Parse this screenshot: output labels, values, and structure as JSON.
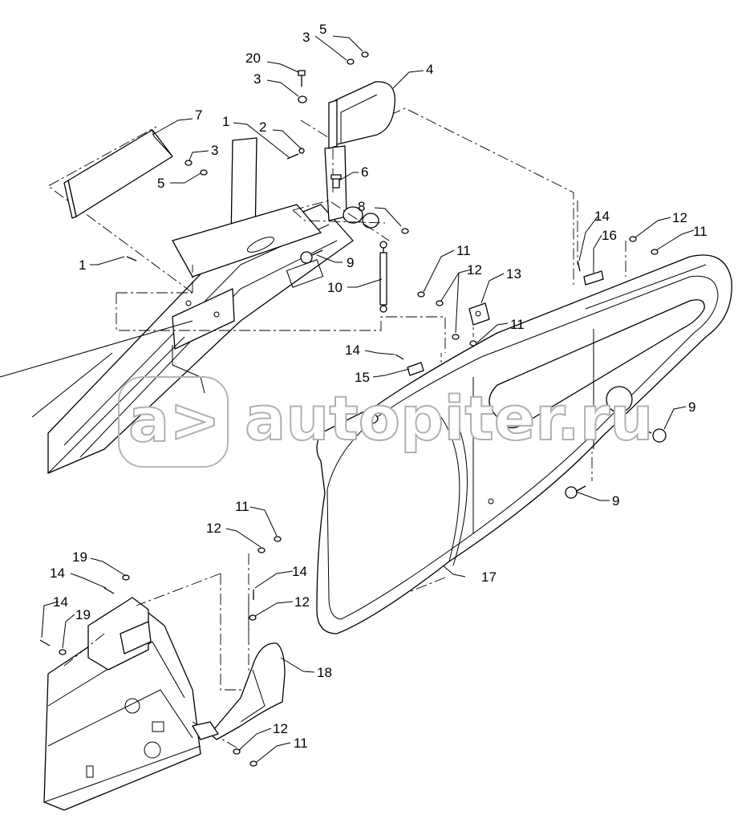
{
  "watermark": {
    "text": "autopiter.ru",
    "logo_glyph": "a>"
  },
  "callouts": [
    {
      "id": "c5a",
      "label": "5"
    },
    {
      "id": "c3a",
      "label": "3"
    },
    {
      "id": "c20",
      "label": "20"
    },
    {
      "id": "c3b",
      "label": "3"
    },
    {
      "id": "c4",
      "label": "4"
    },
    {
      "id": "c7",
      "label": "7"
    },
    {
      "id": "c1a",
      "label": "1"
    },
    {
      "id": "c2",
      "label": "2"
    },
    {
      "id": "c3c",
      "label": "3"
    },
    {
      "id": "c5b",
      "label": "5"
    },
    {
      "id": "c6",
      "label": "6"
    },
    {
      "id": "c8",
      "label": "8"
    },
    {
      "id": "c1b",
      "label": "1"
    },
    {
      "id": "c9a",
      "label": "9"
    },
    {
      "id": "c10",
      "label": "10"
    },
    {
      "id": "c14a",
      "label": "14"
    },
    {
      "id": "c16",
      "label": "16"
    },
    {
      "id": "c12a",
      "label": "12"
    },
    {
      "id": "c11a",
      "label": "11"
    },
    {
      "id": "c11b",
      "label": "11"
    },
    {
      "id": "c12b",
      "label": "12"
    },
    {
      "id": "c13",
      "label": "13"
    },
    {
      "id": "c11c",
      "label": "11"
    },
    {
      "id": "c14b",
      "label": "14"
    },
    {
      "id": "c15",
      "label": "15"
    },
    {
      "id": "c9b",
      "label": "9"
    },
    {
      "id": "c9c",
      "label": "9"
    },
    {
      "id": "c11d",
      "label": "11"
    },
    {
      "id": "c12c",
      "label": "12"
    },
    {
      "id": "c19a",
      "label": "19"
    },
    {
      "id": "c14c",
      "label": "14"
    },
    {
      "id": "c14d",
      "label": "14"
    },
    {
      "id": "c12d",
      "label": "12"
    },
    {
      "id": "c14e",
      "label": "14"
    },
    {
      "id": "c19b",
      "label": "19"
    },
    {
      "id": "c17",
      "label": "17"
    },
    {
      "id": "c18",
      "label": "18"
    },
    {
      "id": "c12e",
      "label": "12"
    },
    {
      "id": "c11e",
      "label": "11"
    }
  ]
}
